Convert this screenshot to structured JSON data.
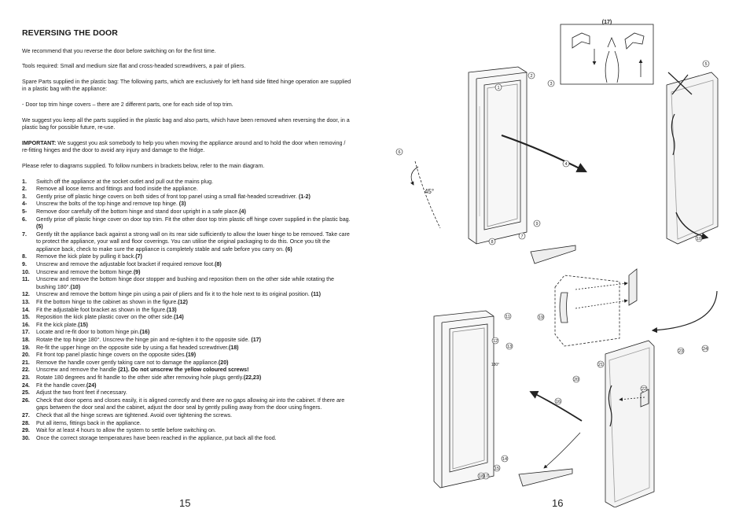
{
  "left_page": {
    "title": "REVERSING THE DOOR",
    "intro": "We recommend that you reverse the door before switching on for the first time.",
    "tools": "Tools required: Small and medium size flat and cross-headed screwdrivers, a pair of pliers.",
    "spare_parts": "Spare Parts supplied in the plastic bag: The following parts, which are exclusively for left hand side fitted hinge operation are supplied in a plastic bag with the appliance:",
    "covers": "- Door top trim hinge covers – there are 2 different parts, one for each side of top trim.",
    "keep": "We suggest you keep all the parts supplied in the plastic bag and also parts, which have been removed when reversing the door, in a plastic bag for possible future, re-use.",
    "important_label": "IMPORTANT:",
    "important": " We suggest you ask somebody to help you when moving the appliance around and to hold the door when removing / re-fitting hinges and the door to avoid any injury and damage to the fridge.",
    "refer": "Please refer to diagrams supplied. To follow numbers in brackets below, refer to the main diagram.",
    "steps": [
      {
        "n": "1.",
        "t": "Switch  off the appliance at the socket outlet and pull out the mains plug.",
        "r": ""
      },
      {
        "n": "2.",
        "t": "Remove all loose items and fittings and food inside the appliance.",
        "r": ""
      },
      {
        "n": "3.",
        "t": "Gently prise off plastic hinge covers on both sides of front top panel using a small flat-headed screwdriver. ",
        "r": "(1-2)"
      },
      {
        "n": "4-",
        "t": "Unscrew the bolts of the top hinge and remove top hinge. ",
        "r": "(3)"
      },
      {
        "n": "5-",
        "t": "Remove door carefully off the bottom hinge and stand door upright in a safe place.",
        "r": "(4)"
      },
      {
        "n": "6.",
        "t": "Gently prise off plastic hinge cover on door top trim. Fit the other door top trim plastic off hinge cover supplied in the plastic bag.",
        "r": "(5)"
      },
      {
        "n": "7.",
        "t": "Gently tilt the appliance back against a strong wall on its rear side sufficiently to allow the lower hinge to be removed. Take care to protect the appliance, your wall and floor coverings. You can utilise the original packaging to do this. Once you tilt the appliance back, check to make sure the appliance is completely stable and safe before you carry on. ",
        "r": "(6)"
      },
      {
        "n": "8.",
        "t": "Remove the kick plate by pulling it back.",
        "r": "(7)"
      },
      {
        "n": "9.",
        "t": "Unscrew and remove the adjustable foot bracket if required remove foot.",
        "r": "(8)"
      },
      {
        "n": "10.",
        "t": "Unscrew and remove the bottom hinge.",
        "r": "(9)"
      },
      {
        "n": "11.",
        "t": "Unscrew and remove the bottom hinge door stopper and bushing and reposition them on the other side while rotating the bushing 180°.",
        "r": "(10)"
      },
      {
        "n": "12.",
        "t": "Unscrew and remove the bottom hinge pin using a pair of pliers and fix it to the hole next to its original position. ",
        "r": "(11)"
      },
      {
        "n": "13.",
        "t": "Fit the bottom hinge to the cabinet as shown in the figure.",
        "r": "(12)"
      },
      {
        "n": "14.",
        "t": "Fit the adjustable foot bracket as shown in the figure.",
        "r": "(13)"
      },
      {
        "n": "15.",
        "t": "Reposition the kick plate plastic cover on the other side.",
        "r": "(14)"
      },
      {
        "n": "16.",
        "t": "Fit the kick plate.",
        "r": "(15)"
      },
      {
        "n": "17.",
        "t": "Locate and re-fit door to bottom hinge pin.",
        "r": "(16)"
      },
      {
        "n": "18.",
        "t": "Rotate the top hinge 180°. Unscrew the hinge pin and re-tighten it to the opposite side. ",
        "r": "(17)"
      },
      {
        "n": "19.",
        "t": "Re-fit  the upper hinge on the opposite side by using a flat headed screwdriver.",
        "r": "(18)"
      },
      {
        "n": "20.",
        "t": "Fit front top panel plastic hinge covers on the opposite sides.",
        "r": "(19)"
      },
      {
        "n": "21.",
        "t": "Remove the handle cover gently taking care not to damage the appliance.",
        "r": "(20)"
      },
      {
        "n": "22.",
        "t": "Unscrew and remove the handle ",
        "r": "(21). Do not unscrew the yellow coloured screws!"
      },
      {
        "n": "23.",
        "t": "Rotate 180 degrees and fit handle to the other side after removing hole plugs gently.",
        "r": "(22,23)"
      },
      {
        "n": "24.",
        "t": "Fit the handle cover.",
        "r": "(24)"
      },
      {
        "n": "25.",
        "t": "Adjust the two front feet if necessary.",
        "r": ""
      },
      {
        "n": "26.",
        "t": "Check that door opens and closes easily, it is aligned correctly and there are no gaps allowing air into the cabinet. If there are gaps between the door seal and the cabinet, adjust the door seal by gently pulling away from the door using fingers.",
        "r": ""
      },
      {
        "n": "27.",
        "t": "Check that all the hinge screws are tightened. Avoid over tightening the screws.",
        "r": ""
      },
      {
        "n": "28.",
        "t": "Put all items, fittings back in the appliance.",
        "r": ""
      },
      {
        "n": "29.",
        "t": "Wait for at least 4 hours to allow the system to settle before switching on.",
        "r": ""
      },
      {
        "n": "30.",
        "t": "Once the correct storage temperatures have been reached in the appliance, put back all the food.",
        "r": ""
      }
    ],
    "page_number": "15"
  },
  "right_page": {
    "page_number": "16",
    "inset_label": "(17)",
    "angle_label": "45°",
    "rotation_label": "180°",
    "callouts_top": [
      "1",
      "2",
      "3",
      "4",
      "5",
      "6",
      "7",
      "8",
      "9",
      "10"
    ],
    "callouts_bottom": [
      "11",
      "12",
      "13",
      "14",
      "15",
      "16",
      "17",
      "18",
      "19",
      "20",
      "21",
      "22",
      "23",
      "24"
    ]
  }
}
